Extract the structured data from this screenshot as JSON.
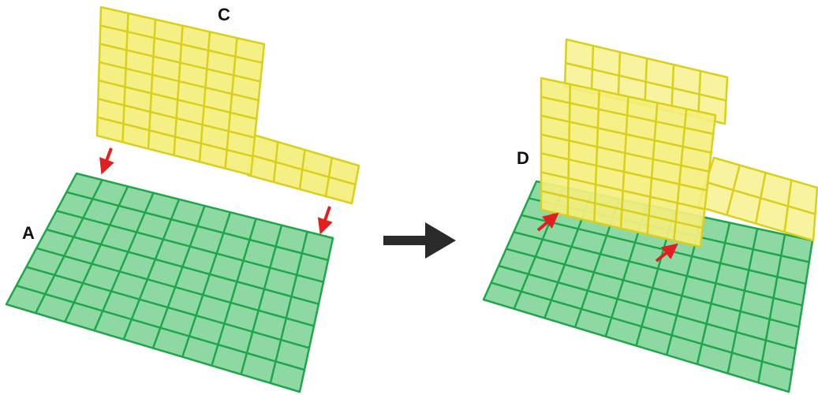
{
  "labels": {
    "a": "A",
    "c": "C",
    "d": "D"
  },
  "colors": {
    "green_fill": "#8ed9a3",
    "green_line": "#1fa64a",
    "yellow_fill": "#f4ef7e",
    "yellow_line": "#d9cf1c",
    "red_arrow": "#e02020",
    "black_arrow": "#2a2a2a"
  },
  "grids": {
    "left_green_sheet": {
      "cols": 10,
      "rows": 7
    },
    "left_yellow_tall": {
      "cols": 6,
      "rows": 7
    },
    "left_yellow_tab": {
      "cols": 4,
      "rows": 2
    },
    "right_green_sheet": {
      "cols": 10,
      "rows": 7
    },
    "right_yellow_back": {
      "cols": 6,
      "rows": 2
    },
    "right_yellow_tab": {
      "cols": 4,
      "rows": 2
    },
    "right_yellow_front": {
      "cols": 6,
      "rows": 7
    }
  },
  "icons": {
    "transition": "right-arrow-icon",
    "attach": "red-arrow-icon"
  }
}
